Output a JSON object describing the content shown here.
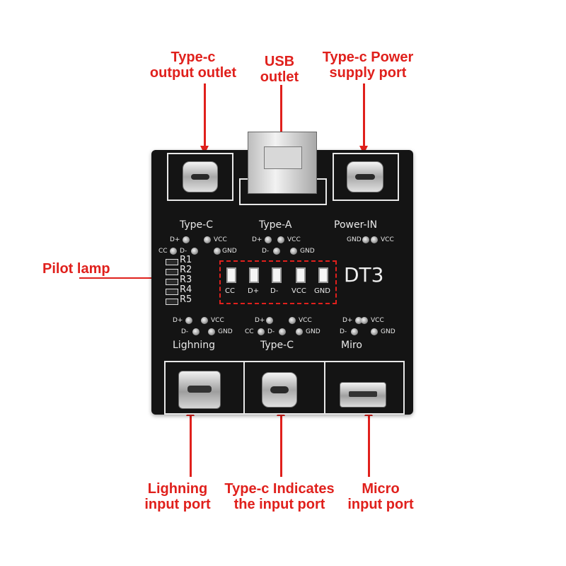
{
  "callouts": {
    "typec_output": "Type-c\noutput outlet",
    "usb_outlet": "USB\noutlet",
    "typec_power": "Type-c Power\nsupply port",
    "pilot_lamp": "Pilot lamp",
    "lightning_input": "Lighning\ninput port",
    "typec_input": "Type-c Indicates\nthe input port",
    "micro_input": "Micro\ninput port"
  },
  "board": {
    "title": "DT3",
    "top_labels": {
      "type_c": "Type-C",
      "type_a": "Type-A",
      "power_in": "Power-IN"
    },
    "bottom_labels": {
      "lightning": "Lighning",
      "type_c": "Type-C",
      "miro": "Miro"
    },
    "led_labels": [
      "CC",
      "D+",
      "D-",
      "VCC",
      "GND"
    ],
    "resistors": [
      "R1",
      "R2",
      "R3",
      "R4",
      "R5"
    ],
    "pins": {
      "typec_top": [
        "D+",
        "VCC",
        "CC",
        "D-",
        "GND"
      ],
      "typea_top": [
        "D+",
        "VCC",
        "D-",
        "GND"
      ],
      "power_in": [
        "GND",
        "VCC"
      ],
      "lightning_bottom": [
        "D+",
        "VCC",
        "D-",
        "GND"
      ],
      "typec_bottom": [
        "D+",
        "VCC",
        "CC",
        "D-",
        "GND"
      ],
      "miro_bottom": [
        "D+",
        "VCC",
        "D-",
        "GND"
      ]
    }
  },
  "colors": {
    "accent": "#e0201c",
    "board": "#141414",
    "silk": "#e8e8e8"
  }
}
